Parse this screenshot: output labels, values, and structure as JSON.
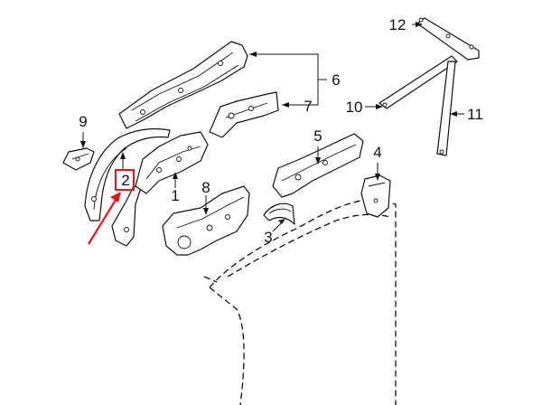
{
  "diagram": {
    "callouts": {
      "c1": "1",
      "c2": "2",
      "c3": "3",
      "c4": "4",
      "c5": "5",
      "c6": "6",
      "c7": "7",
      "c8": "8",
      "c9": "9",
      "c10": "10",
      "c11": "11",
      "c12": "12"
    },
    "highlight": {
      "callout": "2",
      "color": "#e8141b"
    },
    "colors": {
      "line": "#111111",
      "background": "#ffffff"
    }
  }
}
